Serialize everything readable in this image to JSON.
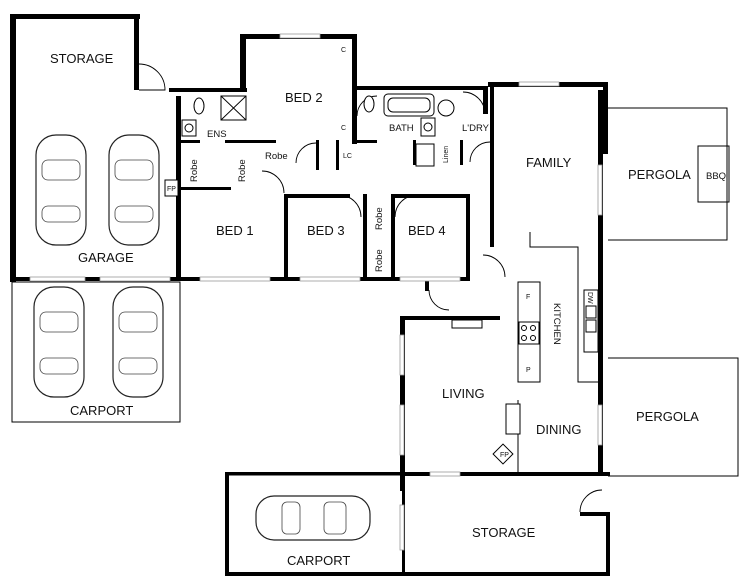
{
  "rooms": {
    "storage_top": "STORAGE",
    "garage": "GARAGE",
    "carport_left": "CARPORT",
    "ens": "ENS",
    "robe_ens_left": "Robe",
    "robe_ens_right": "Robe",
    "fp_garage": "FP",
    "bed1": "BED 1",
    "bed2": "BED 2",
    "robe_bed2": "Robe",
    "c_top": "C",
    "c_mid": "C",
    "lc": "LC",
    "bath": "BATH",
    "linen": "Linen",
    "ldry": "L'DRY",
    "bed3": "BED 3",
    "robe_bed3_top": "Robe",
    "robe_bed3_bottom": "Robe",
    "bed4": "BED 4",
    "family": "FAMILY",
    "pergola_top": "PERGOLA",
    "bbq": "BBQ",
    "kitchen": "KITCHEN",
    "fridge": "F",
    "pantry": "P",
    "dw": "DW",
    "living": "LIVING",
    "fp_living": "FP",
    "dining": "DINING",
    "pergola_bottom": "PERGOLA",
    "storage_bottom": "STORAGE",
    "carport_bottom": "CARPORT"
  }
}
